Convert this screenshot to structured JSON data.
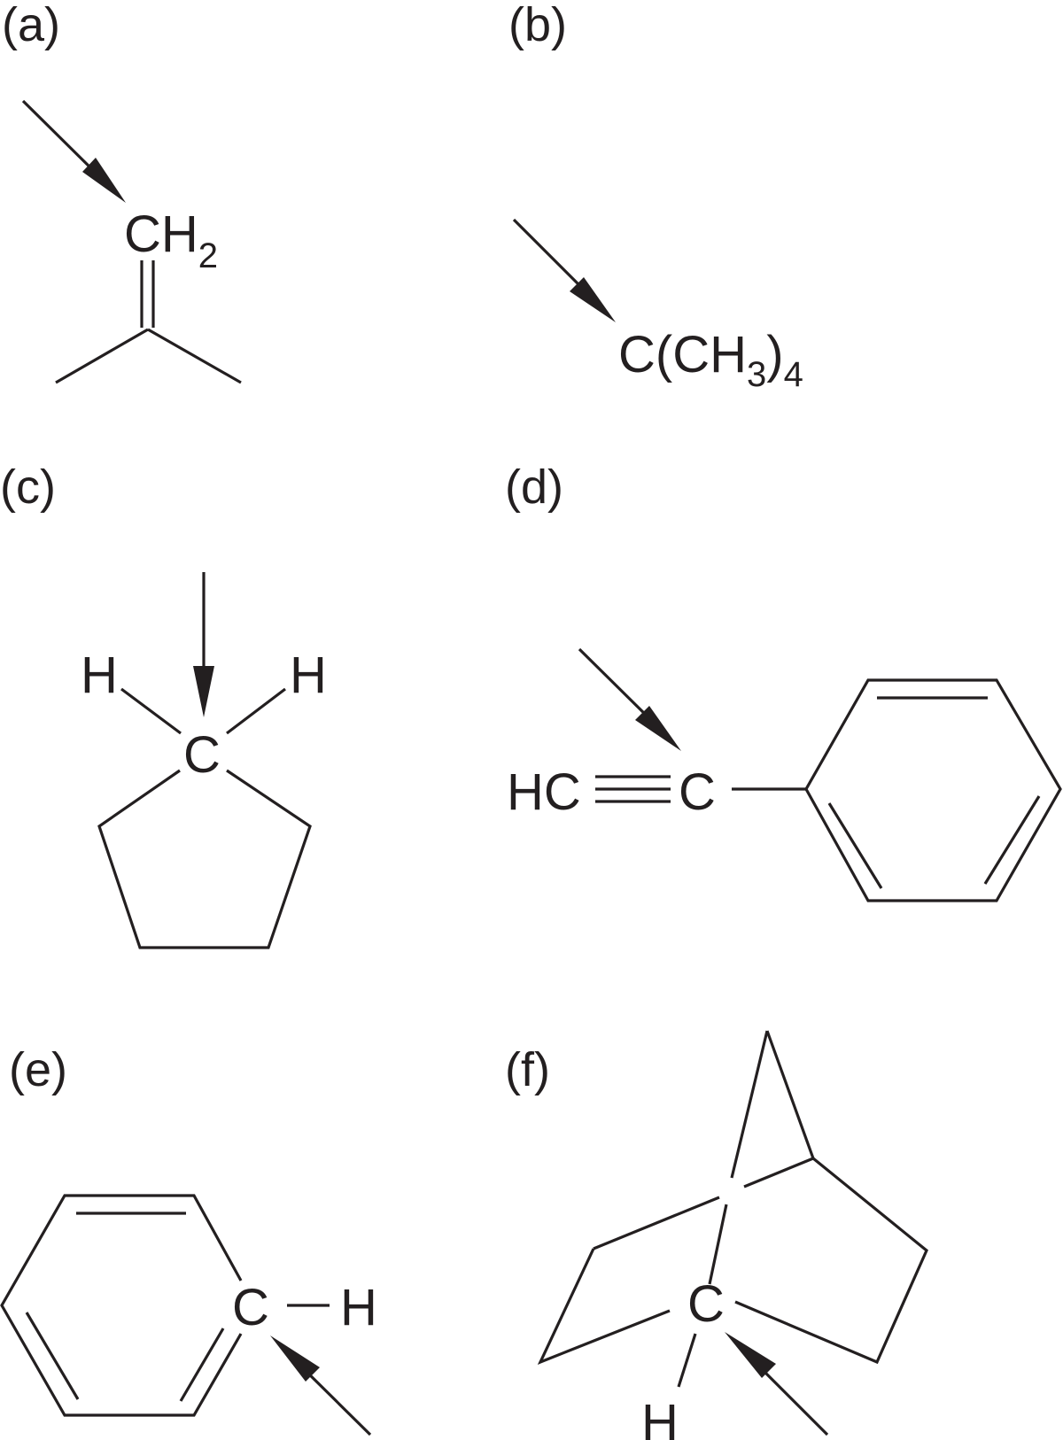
{
  "panels": {
    "a": {
      "label": "(a)",
      "formula": {
        "main": "CH",
        "sub": "2"
      }
    },
    "b": {
      "label": "(b)",
      "formula": {
        "part1": "C(CH",
        "sub1": "3",
        "part2": ")",
        "sub2": "4"
      }
    },
    "c": {
      "label": "(c)",
      "atoms": {
        "h_left": "H",
        "h_right": "H",
        "center": "C"
      }
    },
    "d": {
      "label": "(d)",
      "atoms": {
        "hc": "HC",
        "c": "C"
      }
    },
    "e": {
      "label": "(e)",
      "atoms": {
        "c": "C",
        "h": "H"
      }
    },
    "f": {
      "label": "(f)",
      "atoms": {
        "c": "C",
        "h": "H"
      }
    }
  },
  "colors": {
    "ink": "#231f20",
    "background": "#ffffff"
  }
}
